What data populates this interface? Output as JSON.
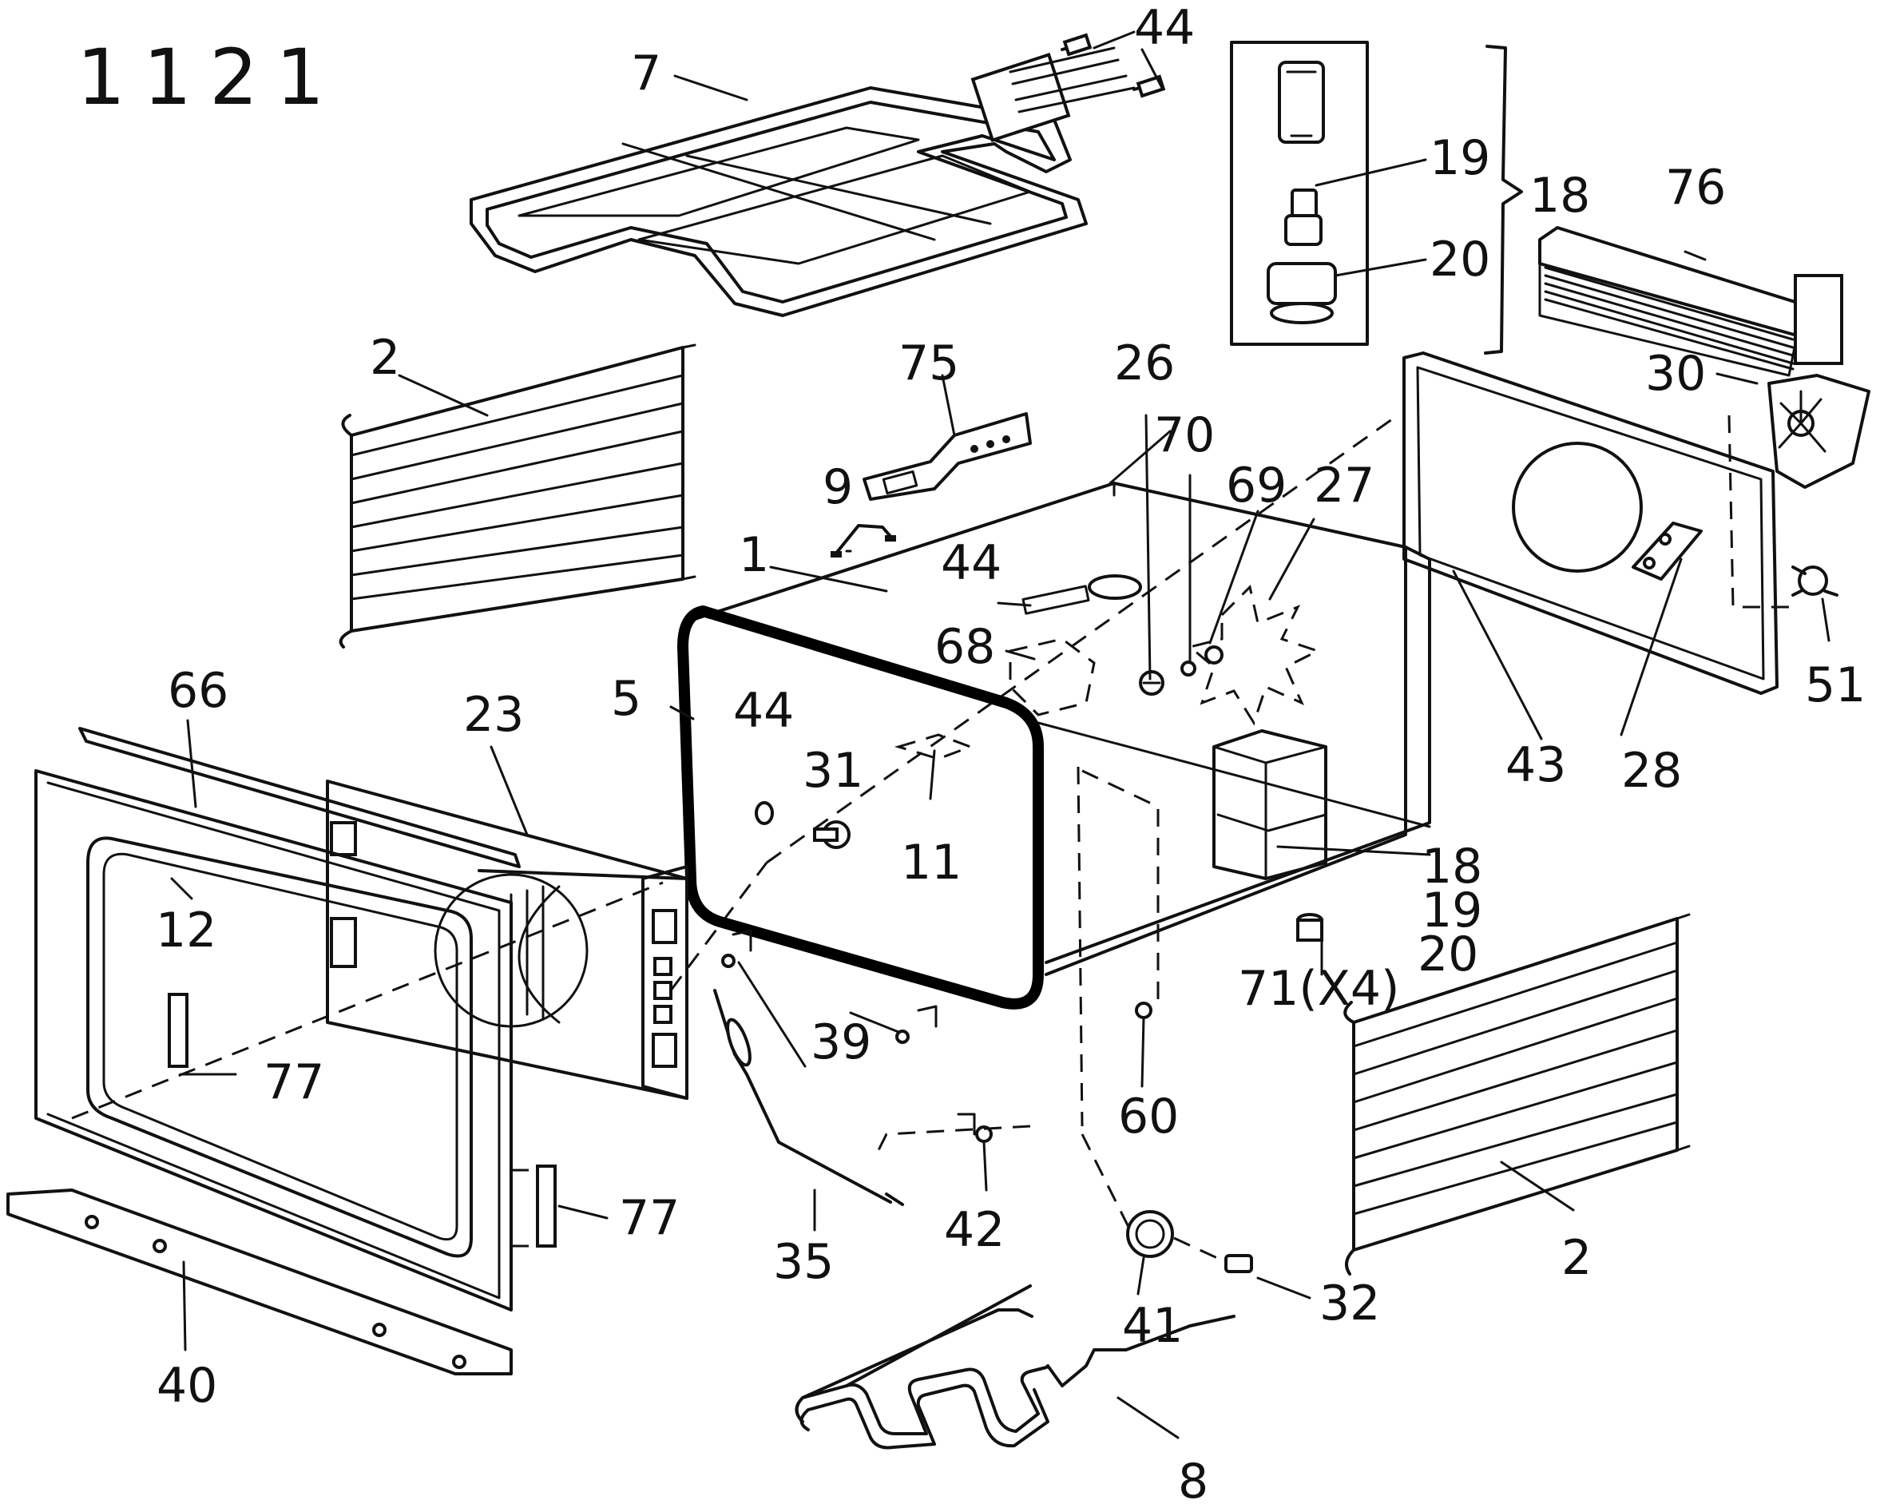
{
  "diagram": {
    "id_number": "1121",
    "labels": {
      "c7": "7",
      "c44_top": "44",
      "c19_box": "19",
      "c20_box": "20",
      "c18_box": "18",
      "c76": "76",
      "c2_left": "2",
      "c75": "75",
      "c9": "9",
      "c26": "26",
      "c70": "70",
      "c69": "69",
      "c27": "27",
      "c30": "30",
      "c1": "1",
      "c44_mid": "44",
      "c68": "68",
      "c5": "5",
      "c44_left": "44",
      "c31": "31",
      "c11": "11",
      "c66": "66",
      "c23": "23",
      "c12": "12",
      "c18_side": "18",
      "c19_side": "19",
      "c20_side": "20",
      "c71": "71(X4)",
      "c43": "43",
      "c28": "28",
      "c51": "51",
      "c39": "39",
      "c77_a": "77",
      "c77_b": "77",
      "c60": "60",
      "c35": "35",
      "c42": "42",
      "c41": "41",
      "c32": "32",
      "c2_right": "2",
      "c40": "40",
      "c8": "8"
    }
  }
}
